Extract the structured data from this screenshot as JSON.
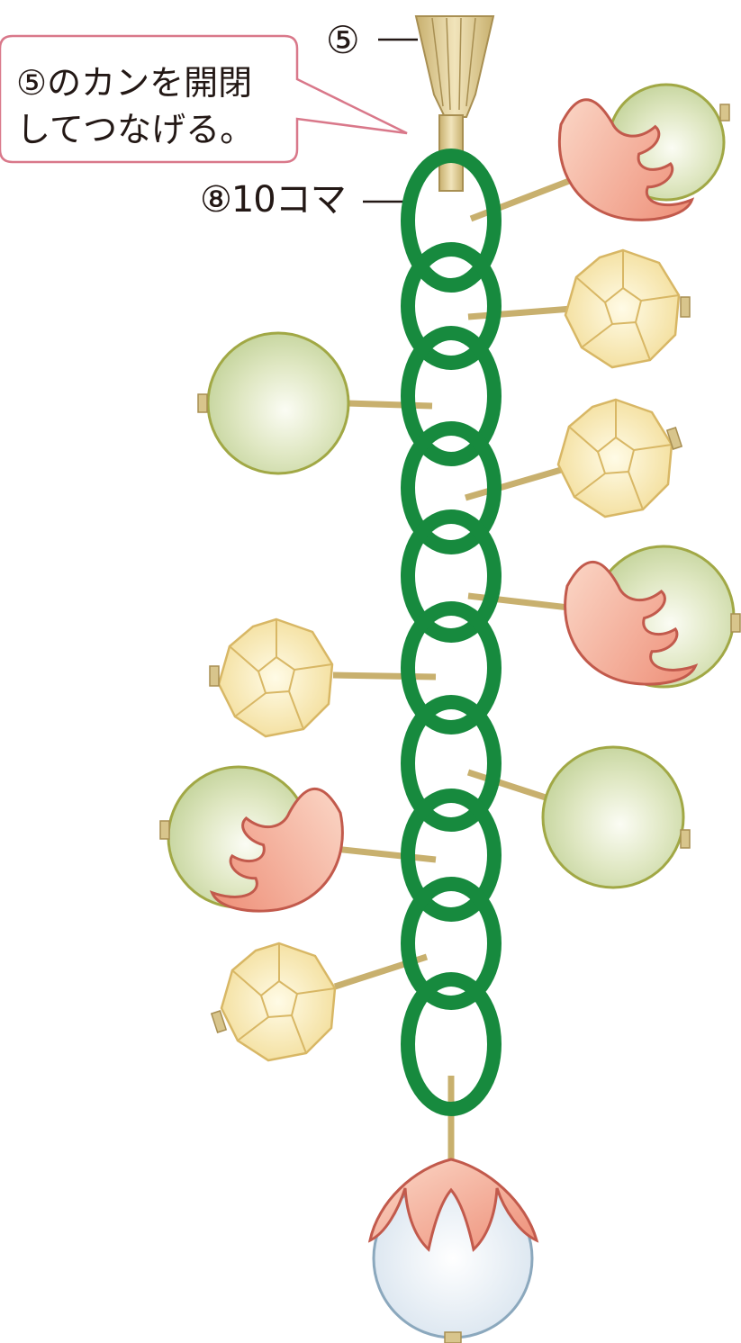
{
  "labels": {
    "part5": "⑤",
    "part8": "⑧10コマ"
  },
  "callout": {
    "line1": "⑤のカンを開閉",
    "line2": "してつなげる。"
  },
  "colors": {
    "chain": "#178a3e",
    "callout_border": "#d9788a",
    "gold": "#d8c58c",
    "green_bead": "#cfdca8",
    "green_bead_edge": "#a1a845",
    "flower": "#f2a58e",
    "flower_edge": "#c25a4c",
    "facet_bead": "#f4e3a4",
    "facet_edge": "#d8b765",
    "pearl": "#e6eef5",
    "pearl_edge": "#8ba8bd"
  },
  "icons": [
    "tassel-cap-icon",
    "jump-ring-icon",
    "green-bead-icon",
    "flower-cap-icon",
    "faceted-bead-icon",
    "pearl-bead-icon"
  ]
}
